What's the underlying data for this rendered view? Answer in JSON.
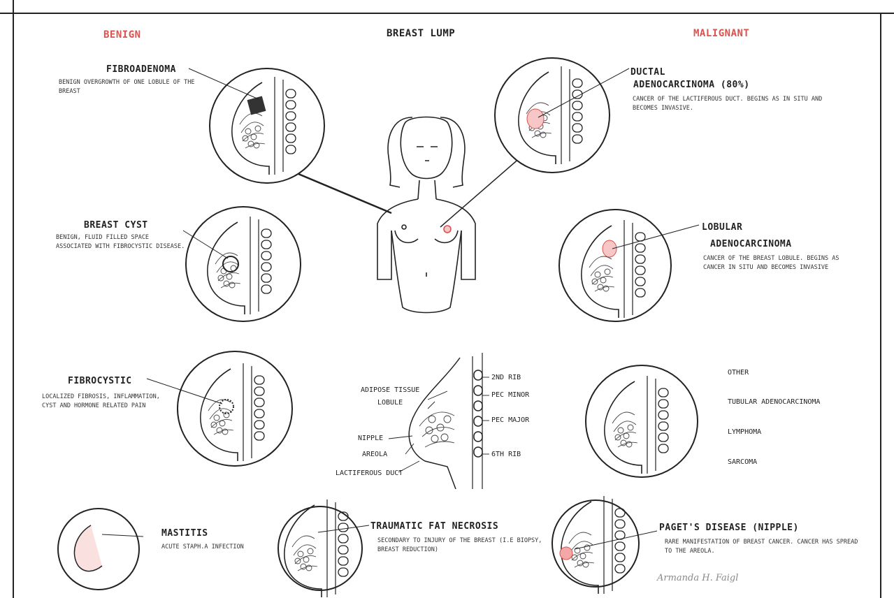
{
  "headings": {
    "benign": "BENIGN",
    "title": "BREAST LUMP",
    "malignant": "MALIGNANT"
  },
  "benign": {
    "fibroadenoma": {
      "title": "FIBROADENOMA",
      "desc": "BENIGN OVERGROWTH OF ONE LOBULE OF THE BREAST"
    },
    "cyst": {
      "title": "BREAST CYST",
      "desc": "BENIGN, FLUID FILLED SPACE ASSOCIATED WITH FIBROCYSTIC DISEASE."
    },
    "fibrocystic": {
      "title": "FIBROCYSTIC",
      "desc": "LOCALIZED FIBROSIS, INFLAMMATION, CYST AND HORMONE RELATED PAIN"
    }
  },
  "malignant": {
    "ductal": {
      "title_line1": "DUCTAL",
      "title_line2": "ADENOCARCINOMA (80%)",
      "desc": "CANCER OF THE LACTIFEROUS DUCT. BEGINS AS IN SITU AND BECOMES INVASIVE."
    },
    "lobular": {
      "title_line1": "LOBULAR",
      "title_line2": "ADENOCARCINOMA",
      "desc": "CANCER OF THE BREAST LOBULE. BEGINS AS CANCER IN SITU AND BECOMES INVASIVE"
    },
    "other": {
      "title": "OTHER",
      "items": [
        "TUBULAR ADENOCARCINOMA",
        "LYMPHOMA",
        "SARCOMA"
      ]
    }
  },
  "bottom": {
    "mastitis": {
      "title": "MASTITIS",
      "desc": "ACUTE STAPH.A INFECTION"
    },
    "fat_necrosis": {
      "title": "TRAUMATIC FAT NECROSIS",
      "desc": "SECONDARY TO INJURY OF THE BREAST (I.E BIOPSY, BREAST REDUCTION)"
    },
    "pagets": {
      "title": "PAGET'S DISEASE (NIPPLE)",
      "desc": "RARE MANIFESTATION OF BREAST CANCER. CANCER HAS SPREAD TO THE AREOLA."
    }
  },
  "anatomy": {
    "labels": {
      "rib2": "2nd RIB",
      "adipose": "ADIPOSE TISSUE",
      "lobule": "LOBULE",
      "pec_minor": "PEC MINOR",
      "pec_major": "PEC MAJOR",
      "nipple": "NIPPLE",
      "areola": "AREOLA",
      "rib6": "6th RIB",
      "lactiferous": "LACTIFEROUS DUCT"
    }
  },
  "signature": "Armanda H. Faigl",
  "colors": {
    "ink": "#222222",
    "accent_red": "#d9534f",
    "pink_fill": "#f7c6c6"
  }
}
